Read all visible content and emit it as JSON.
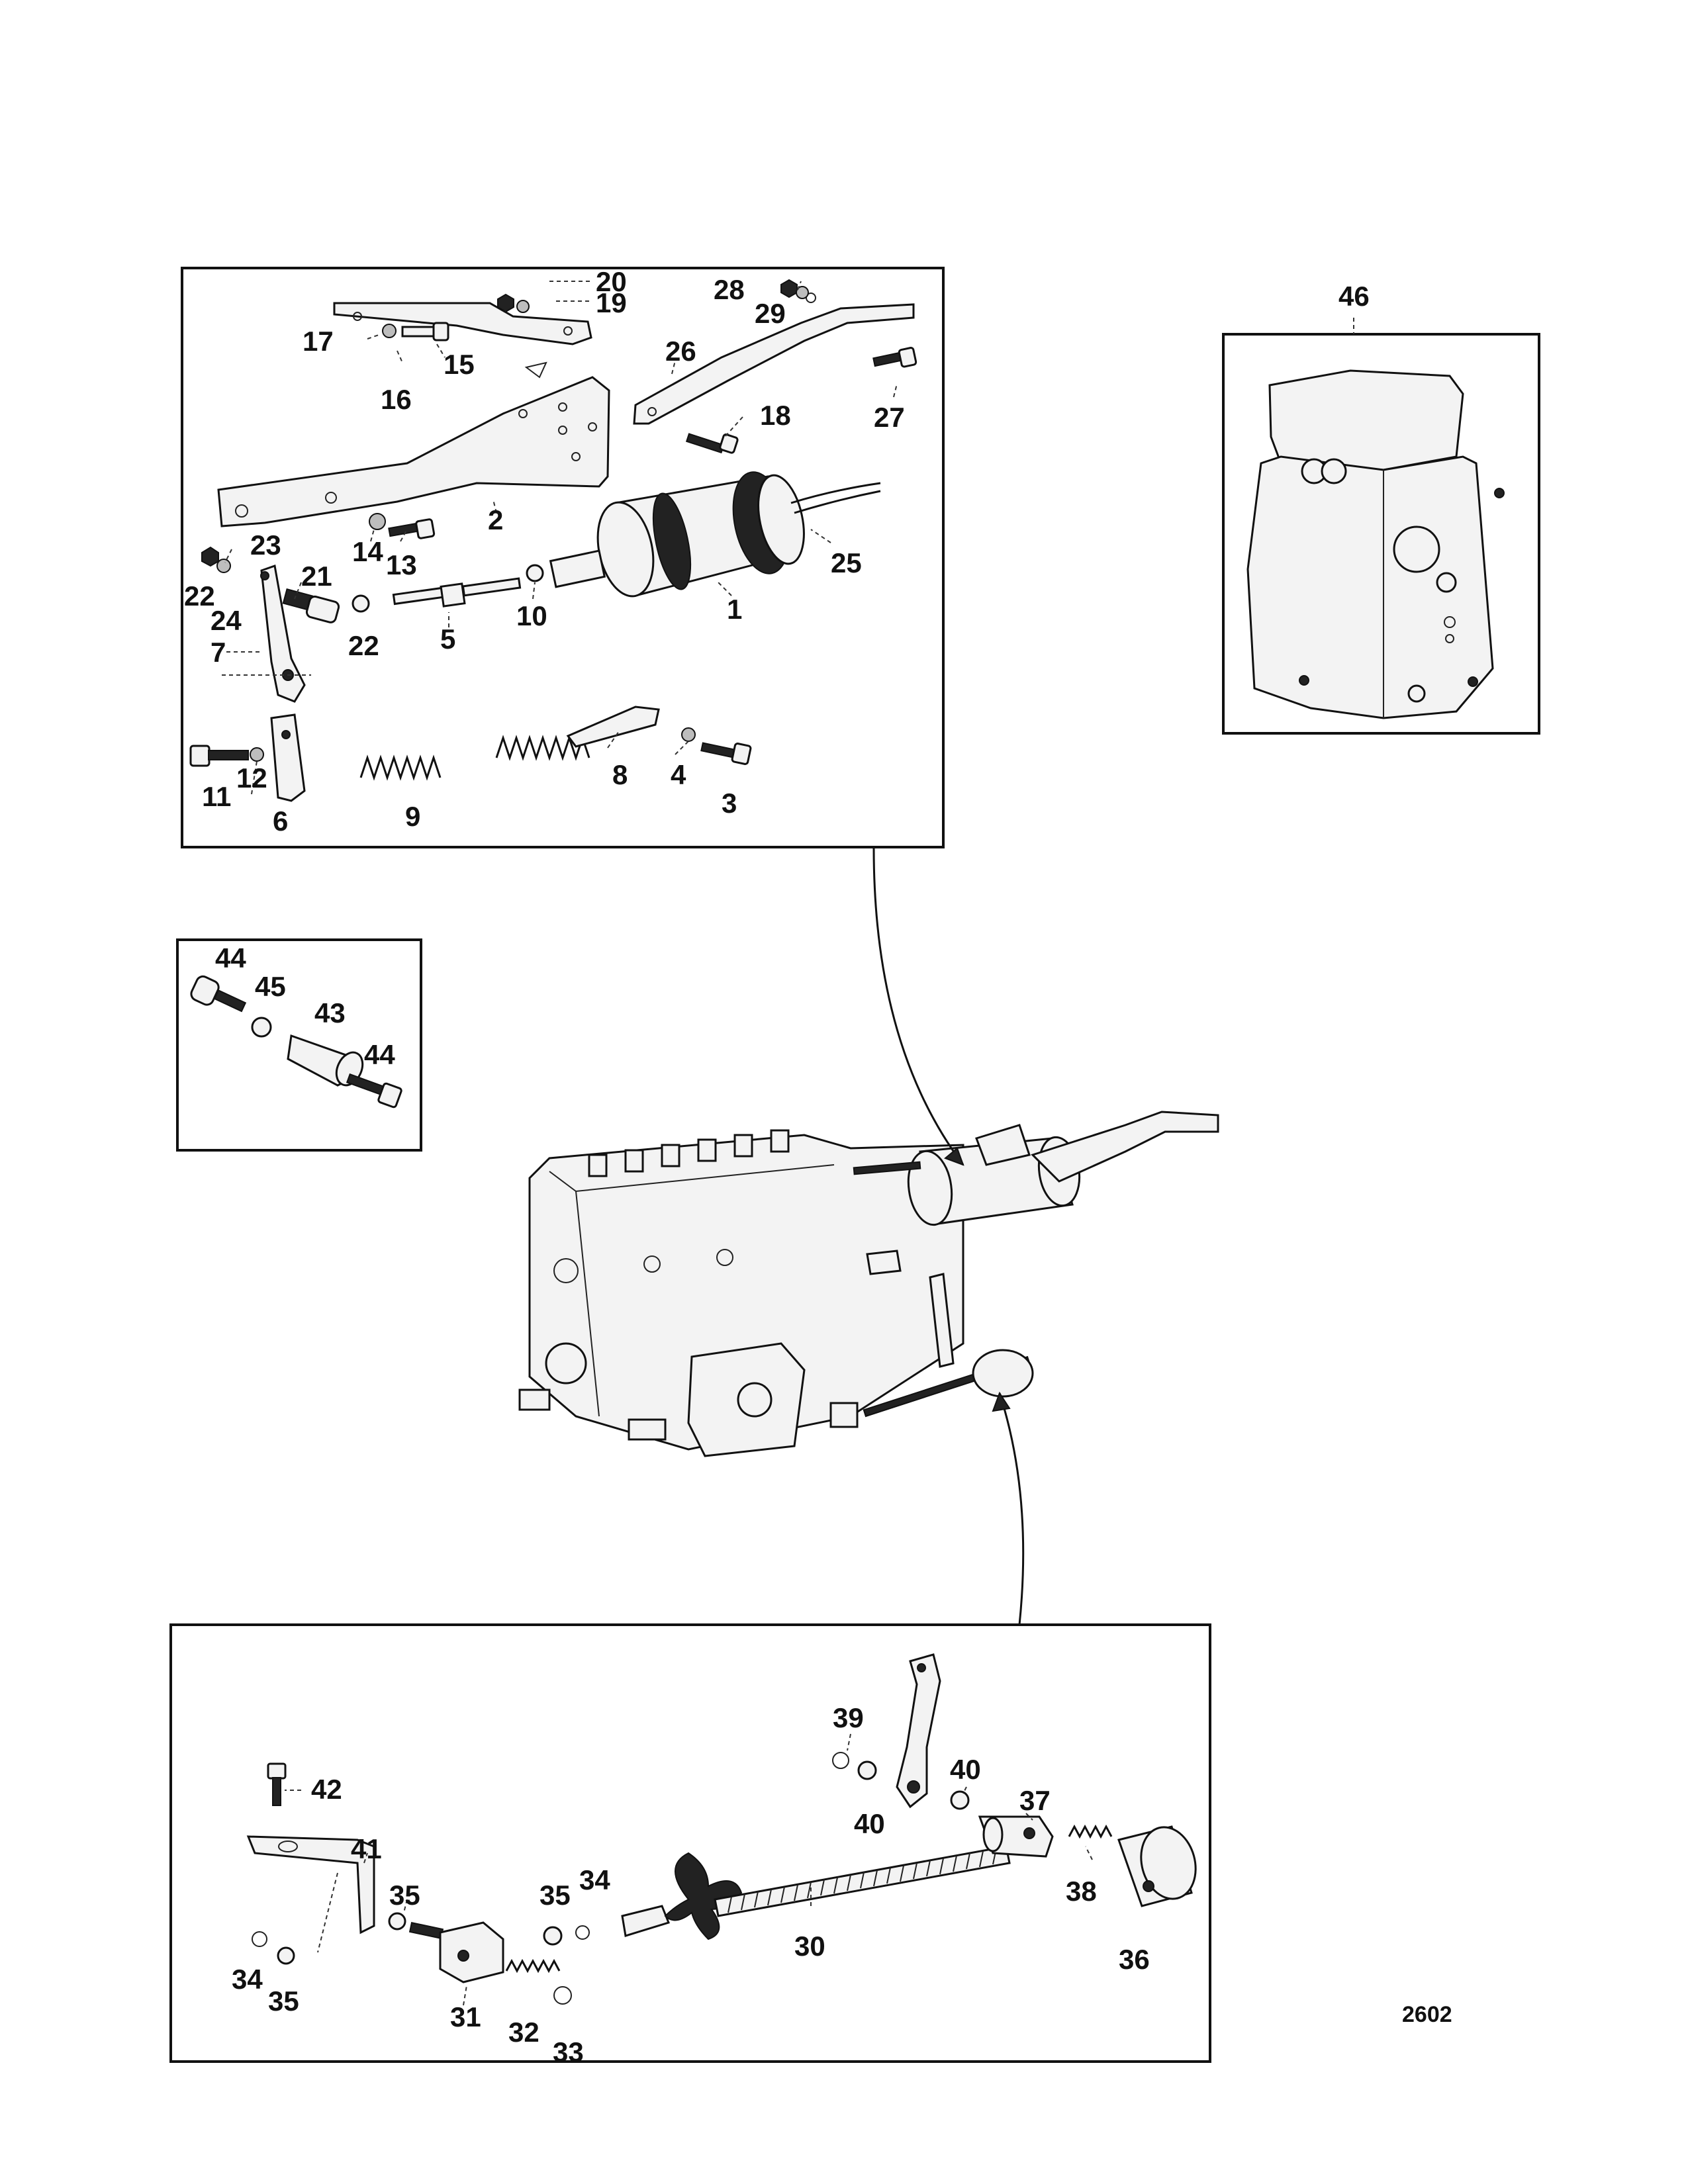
{
  "drawing_number": "2602",
  "labels": {
    "p1": "1",
    "p2": "2",
    "p3": "3",
    "p4": "4",
    "p5": "5",
    "p6": "6",
    "p7": "7",
    "p8": "8",
    "p9": "9",
    "p10": "10",
    "p11": "11",
    "p12": "12",
    "p13": "13",
    "p14": "14",
    "p15": "15",
    "p16": "16",
    "p17": "17",
    "p18": "18",
    "p19": "19",
    "p20": "20",
    "p21": "21",
    "p22a": "22",
    "p22b": "22",
    "p23": "23",
    "p24": "24",
    "p25": "25",
    "p26": "26",
    "p27": "27",
    "p28": "28",
    "p29": "29",
    "p30": "30",
    "p31": "31",
    "p32": "32",
    "p33": "33",
    "p34a": "34",
    "p34b": "34",
    "p35a": "35",
    "p35b": "35",
    "p35c": "35",
    "p36": "36",
    "p37": "37",
    "p38": "38",
    "p39": "39",
    "p40a": "40",
    "p40b": "40",
    "p41": "41",
    "p42": "42",
    "p43": "43",
    "p44a": "44",
    "p44b": "44",
    "p45": "45",
    "p46": "46"
  }
}
